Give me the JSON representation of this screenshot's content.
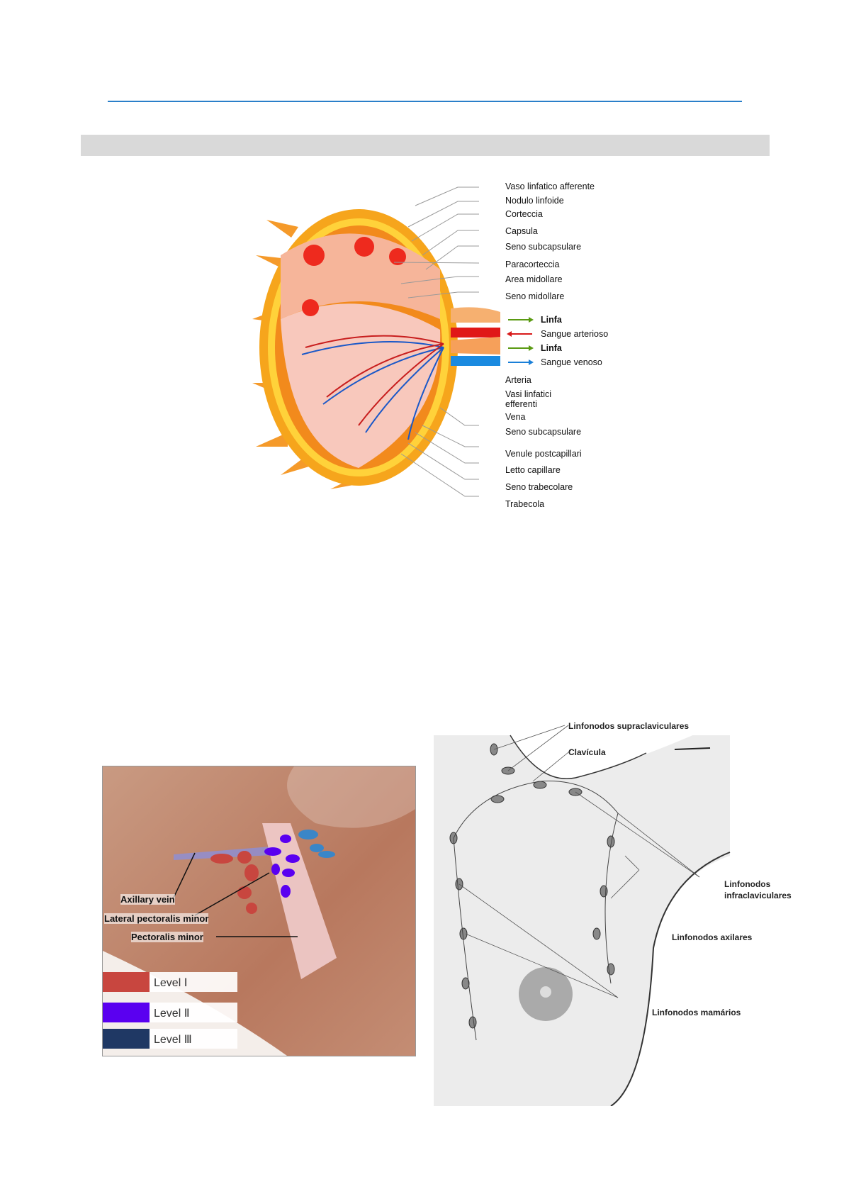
{
  "lymph_node_figure": {
    "labels": [
      "Vaso linfatico afferente",
      "Nodulo linfoide",
      "Corteccia",
      "Capsula",
      "Seno subcapsulare",
      "Paracorteccia",
      "Area midollare",
      "Seno midollare"
    ],
    "legend": [
      {
        "label": "Linfa",
        "color": "#5a9a12"
      },
      {
        "label": "Sangue arterioso",
        "color": "#d81a1a"
      },
      {
        "label": "Linfa",
        "color": "#5a9a12"
      },
      {
        "label": "Sangue venoso",
        "color": "#1a7fd8"
      }
    ],
    "lower_labels": [
      "Arteria",
      "Vasi linfatici efferenti",
      "Vena",
      "Seno subcapsulare",
      "Venule postcapillari",
      "Letto capillare",
      "Seno trabecolare",
      "Trabecola"
    ]
  },
  "axilla_figure": {
    "labels": {
      "axillary_vein": "Axillary vein",
      "lateral": "Lateral pectoralis minor",
      "pectoralis": "Pectoralis minor"
    },
    "levels": [
      {
        "label": "Level Ⅰ",
        "color": "#c8463f"
      },
      {
        "label": "Level Ⅱ",
        "color": "#5a00f0"
      },
      {
        "label": "Level Ⅲ",
        "color": "#1f3864"
      }
    ]
  },
  "breast_figure": {
    "labels": {
      "supra": "Linfonodos supraclaviculares",
      "clav": "Clavícula",
      "infra1": "Linfonodos",
      "infra2": "infraclaviculares",
      "axil": "Linfonodos axilares",
      "mam": "Linfonodos mamários"
    }
  }
}
